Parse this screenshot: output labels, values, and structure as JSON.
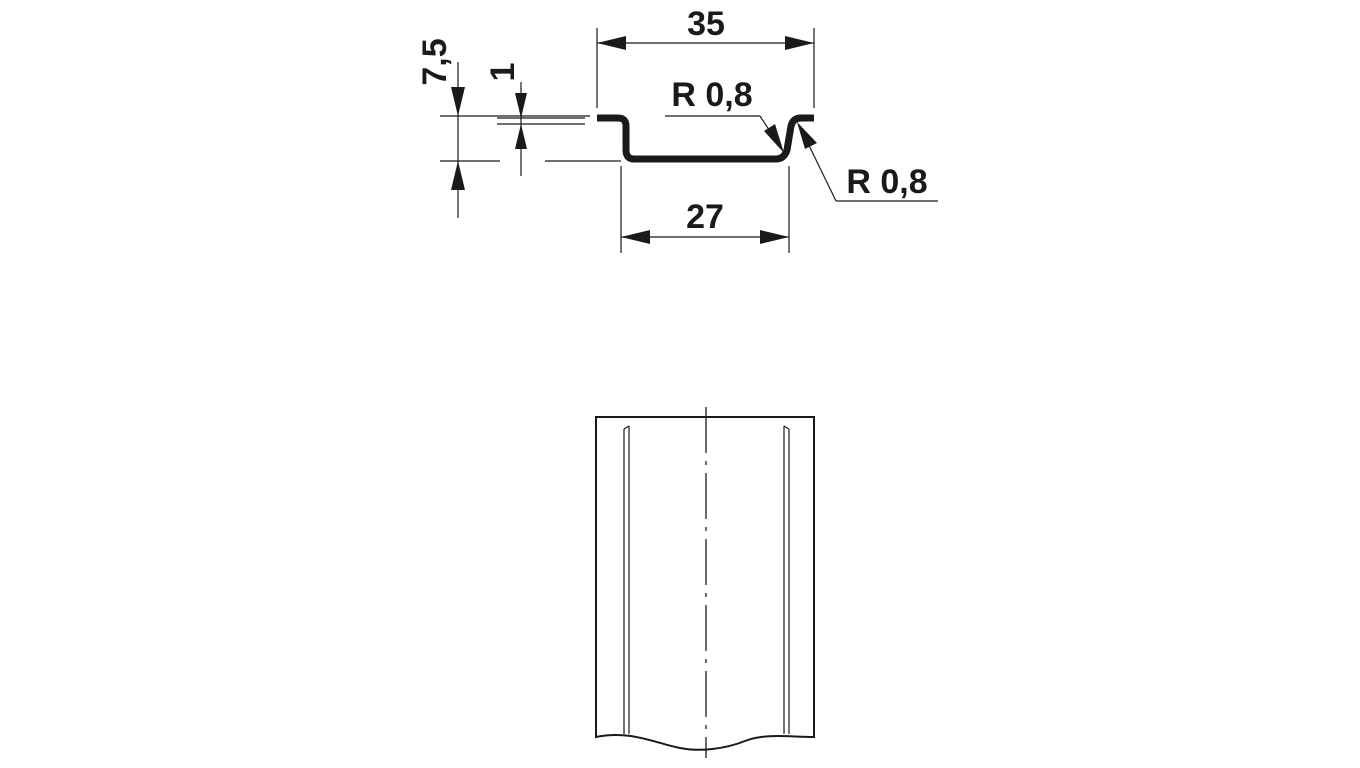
{
  "dimensions": {
    "width_top": "35",
    "width_bottom": "27",
    "height": "7,5",
    "thickness": "1",
    "radius_inner": "R 0,8",
    "radius_outer": "R 0,8"
  },
  "colors": {
    "ink": "#1a1a1a",
    "background": "#ffffff"
  }
}
